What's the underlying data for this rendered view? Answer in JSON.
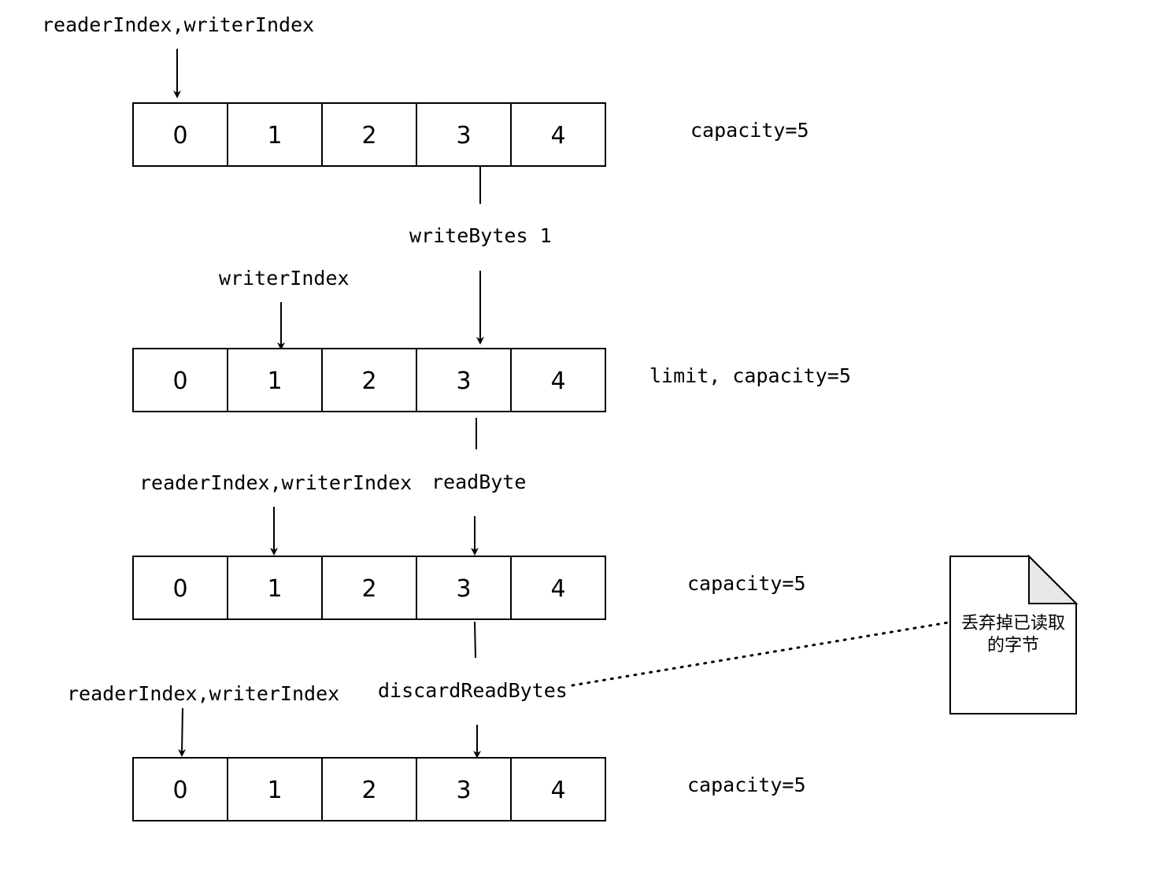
{
  "row1": {
    "pointer_label": "readerIndex,writerIndex",
    "cells": [
      "0",
      "1",
      "2",
      "3",
      "4"
    ],
    "right_label": "capacity=5"
  },
  "op1": "writeBytes 1",
  "row2": {
    "pointer_label": "writerIndex",
    "cells": [
      "0",
      "1",
      "2",
      "3",
      "4"
    ],
    "right_label": "limit, capacity=5"
  },
  "op2": "readByte",
  "row3": {
    "pointer_label": "readerIndex,writerIndex",
    "cells": [
      "0",
      "1",
      "2",
      "3",
      "4"
    ],
    "right_label": "capacity=5"
  },
  "op3": "discardReadBytes",
  "row4": {
    "pointer_label": "readerIndex,writerIndex",
    "cells": [
      "0",
      "1",
      "2",
      "3",
      "4"
    ],
    "right_label": "capacity=5"
  },
  "note": {
    "line1": "丢弃掉已读取",
    "line2": "的字节"
  }
}
